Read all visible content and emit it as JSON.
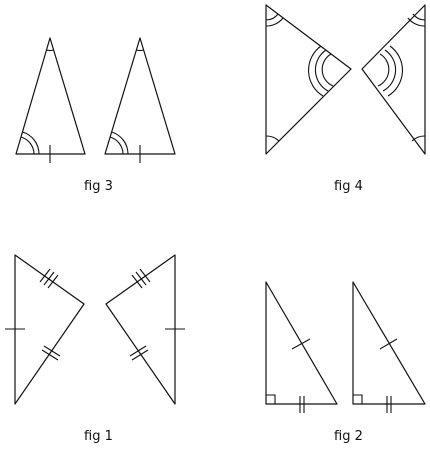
{
  "figures": [
    {
      "id": "fig3",
      "label": "fig 3",
      "marks": "two triangles, base angle double arc, apex single arc, base single tick"
    },
    {
      "id": "fig4",
      "label": "fig 4",
      "marks": "two triangles, apex triple arc, top angle double arc, bottom angle single arc"
    },
    {
      "id": "fig1",
      "label": "fig 1",
      "marks": "two triangles, sides with single, double and triple ticks"
    },
    {
      "id": "fig2",
      "label": "fig 2",
      "marks": "two right triangles, hypotenuse single tick, base double tick"
    }
  ]
}
